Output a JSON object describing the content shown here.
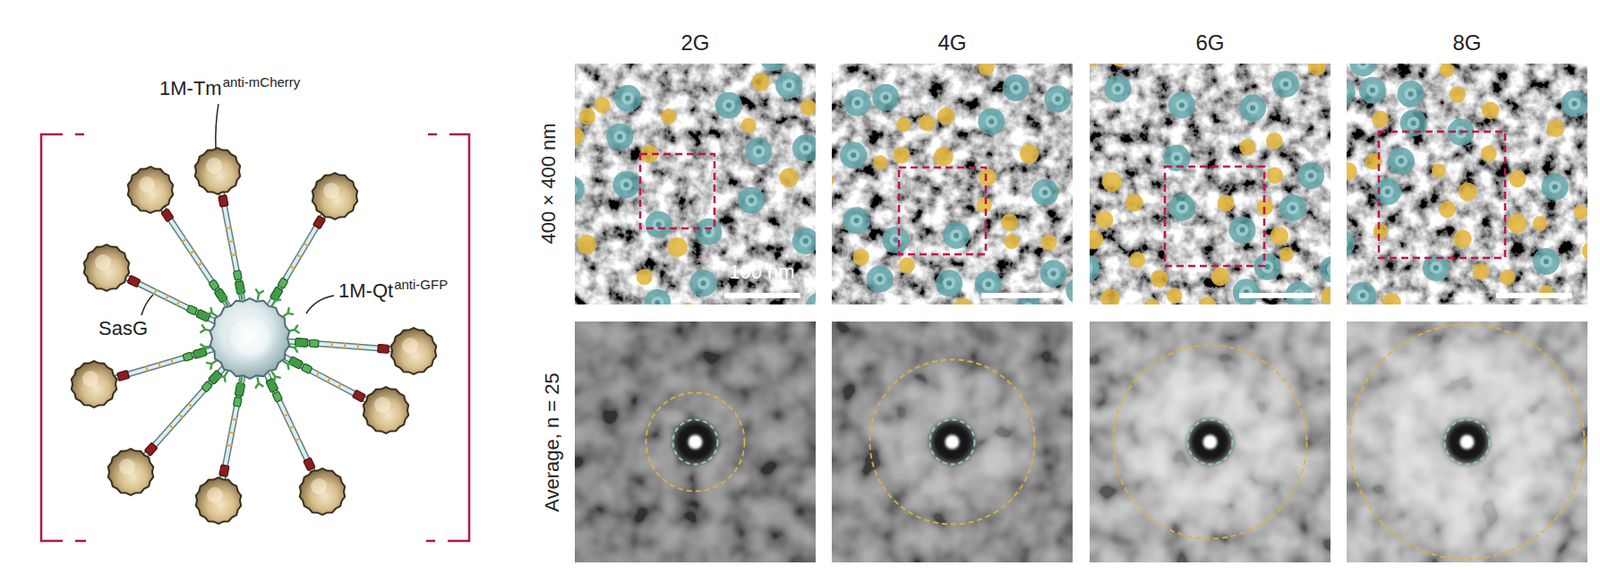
{
  "diagram": {
    "labels": [
      "1M-Tm",
      "anti-mCherry",
      "1M-Qt",
      "anti-GFP",
      "SasG",
      "2G",
      "4G",
      "6G",
      "8G",
      "400 × 400 nm",
      "100 nm",
      "Average, n = 25"
    ]
  }
}
